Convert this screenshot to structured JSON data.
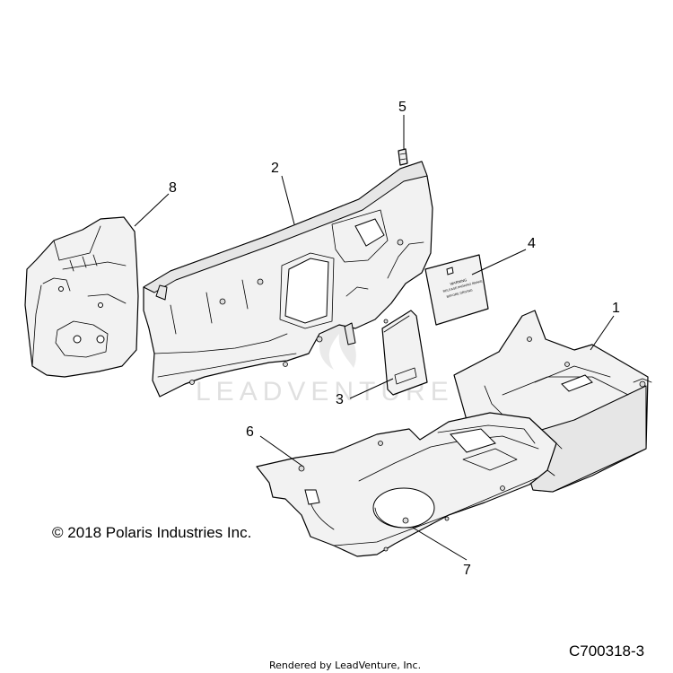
{
  "callouts": [
    {
      "label": "1"
    },
    {
      "label": "2"
    },
    {
      "label": "3"
    },
    {
      "label": "4"
    },
    {
      "label": "5"
    },
    {
      "label": "6"
    },
    {
      "label": "7"
    },
    {
      "label": "8"
    }
  ],
  "copyright": "© 2018 Polaris Industries Inc.",
  "figure_code": "C700318-3",
  "rendered_by": "Rendered by LeadVenture, Inc.",
  "watermark": "LEADVENTURE",
  "label_text": {
    "line1": "WARNING",
    "line2": "RELEASE PARKING BRAKE",
    "line3": "BEFORE DRIVING"
  }
}
